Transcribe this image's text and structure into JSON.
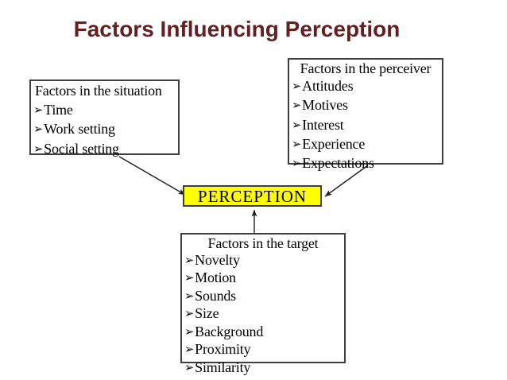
{
  "title": {
    "text": "Factors Influencing Perception"
  },
  "bullet_char": "➢",
  "colors": {
    "title": "#641f20",
    "center_fill": "#ffff00",
    "border": "#3f3f3f",
    "line": "#1f1f1f",
    "text": "#000000"
  },
  "boxes": {
    "situation": {
      "header": "Factors in the situation",
      "items": [
        "Time",
        "Work setting",
        "Social setting"
      ]
    },
    "perceiver": {
      "header": "Factors in the perceiver",
      "items": [
        "Attitudes",
        "Motives",
        "Interest",
        "Experience",
        "Expectations"
      ]
    },
    "target": {
      "header": "Factors in the target",
      "items": [
        "Novelty",
        "Motion",
        "Sounds",
        "Size",
        "Background",
        "Proximity",
        "Similarity"
      ]
    },
    "center": {
      "label": "PERCEPTION"
    }
  }
}
